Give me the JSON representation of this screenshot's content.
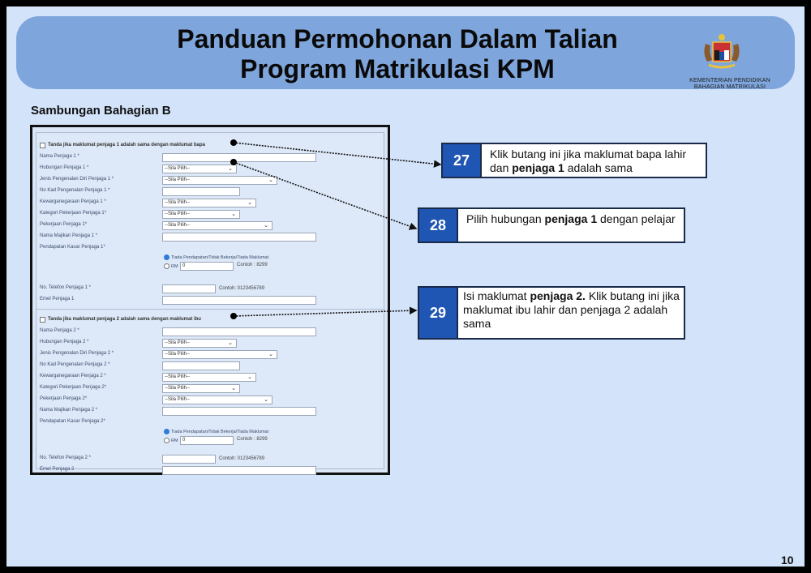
{
  "header": {
    "title_line1": "Panduan Permohonan Dalam Talian",
    "title_line2": "Program Matrikulasi KPM",
    "logo_icon": "malaysia-coat-of-arms-icon",
    "ministry_line1": "KEMENTERIAN PENDIDIKAN",
    "ministry_line2": "BAHAGIAN MATRIKULASI"
  },
  "section_title": "Sambungan Bahagian B",
  "form": {
    "guardian1": {
      "same_as_checkbox": "Tanda jika maklumat penjaga 1 adalah sama dengan maklumat bapa",
      "name_label": "Nama Penjaga 1 *",
      "relation_label": "Hubungan Penjaga 1 *",
      "relation_value": "--Sila Pilih--",
      "id_type_label": "Jenis Pengenalan Diri Penjaga 1 *",
      "id_type_value": "--Sila Pilih--",
      "id_no_label": "No Kad Pengenalan Penjaga 1 *",
      "citizenship_label": "Kewarganegaraan Penjaga 1 *",
      "citizenship_value": "--Sila Pilih--",
      "job_category_label": "Kategori Pekerjaan Penjaga 1*",
      "job_category_value": "--Sila Pilih--",
      "job_label": "Pekerjaan Penjaga 1*",
      "job_value": "--Sila Pilih--",
      "employer_label": "Nama Majikan Penjaga 1 *",
      "income_label": "Pendapatan Kasar Penjaga 1*",
      "income_option_none": "Tiada Pendapatan/Tidak Bekerja/Tiada Maklumat",
      "income_option_rm": "RM",
      "income_value": "0",
      "income_hint": "Contoh : 8299",
      "phone_label": "No. Telefon Penjaga 1 *",
      "phone_hint": "Contoh: 0123456789",
      "email_label": "Emel Penjaga 1"
    },
    "guardian2": {
      "same_as_checkbox": "Tanda jika maklumat penjaga 2 adalah sama dengan maklumat ibu",
      "name_label": "Nama Penjaga 2 *",
      "relation_label": "Hubungan Penjaga 2 *",
      "relation_value": "--Sila Pilih--",
      "id_type_label": "Jenis Pengenalan Diri Penjaga 2 *",
      "id_type_value": "--Sila Pilih--",
      "id_no_label": "No Kad Pengenalan Penjaga 2 *",
      "citizenship_label": "Kewarganegaraan Penjaga 2 *",
      "citizenship_value": "--Sila Pilih--",
      "job_category_label": "Kategori Pekerjaan Penjaga 2*",
      "job_category_value": "--Sila Pilih--",
      "job_label": "Pekerjaan Penjaga 2*",
      "job_value": "--Sila Pilih--",
      "employer_label": "Nama Majikan Penjaga 2 *",
      "income_label": "Pendapatan Kasar Penjaga 2*",
      "income_option_none": "Tiada Pendapatan/Tidak Bekerja/Tiada Maklumat",
      "income_option_rm": "RM",
      "income_value": "0",
      "income_hint": "Contoh : 8299",
      "phone_label": "No. Telefon Penjaga 2 *",
      "phone_hint": "Contoh: 0123456789",
      "email_label": "Emel Penjaga 2"
    }
  },
  "callouts": [
    {
      "number": "27",
      "text_pre": "Klik butang ini jika maklumat bapa lahir dan ",
      "text_bold": "penjaga 1",
      "text_post": " adalah sama"
    },
    {
      "number": "28",
      "text_pre": "Pilih hubungan ",
      "text_bold": "penjaga 1",
      "text_post": " dengan pelajar"
    },
    {
      "number": "29",
      "text_pre": "Isi maklumat ",
      "text_bold": "penjaga 2.",
      "text_post": " Klik butang ini jika maklumat ibu lahir dan penjaga 2 adalah sama"
    }
  ],
  "colors": {
    "page_bg": "#d3e3f9",
    "banner_bg": "#7fa6dc",
    "callout_number_bg": "#1f55b3"
  },
  "page_number": "10"
}
